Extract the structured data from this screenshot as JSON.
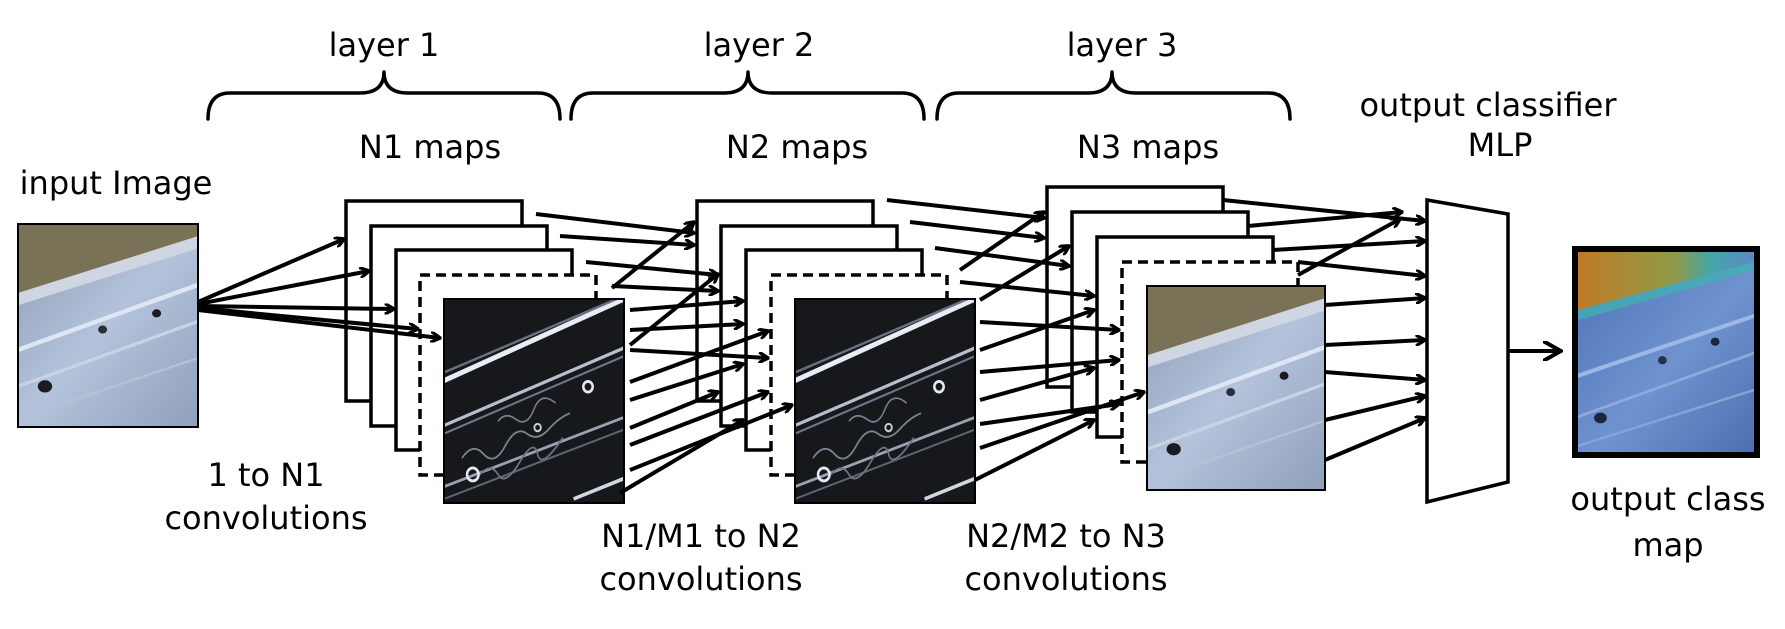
{
  "labels": {
    "layer1": "layer 1",
    "layer2": "layer 2",
    "layer3": "layer 3",
    "n1_maps": "N1 maps",
    "n2_maps": "N2 maps",
    "n3_maps": "N3 maps",
    "input_image": "input Image",
    "output_classifier_line1": "output classifier",
    "output_classifier_line2": "MLP",
    "conv1_line1": "1 to N1",
    "conv1_line2": "convolutions",
    "conv2_line1": "N1/M1 to N2",
    "conv2_line2": "convolutions",
    "conv3_line1": "N2/M2 to N3",
    "conv3_line2": "convolutions",
    "output_map_line1": "output class",
    "output_map_line2": "map"
  },
  "colors": {
    "stroke": "#000000",
    "background": "#ffffff",
    "aerial_road": "#9fb0c8",
    "aerial_ground": "#7a7256",
    "feature_map_dark": "#16181c",
    "output_map_blue": "#5577b8",
    "output_map_orange": "#c98a2a"
  },
  "icons": {
    "input_image": "aerial-road-photo",
    "feature_map": "edge-filtered-road-photo",
    "output_map": "color-coded-class-map",
    "classifier": "trapezoid-mlp-block"
  }
}
